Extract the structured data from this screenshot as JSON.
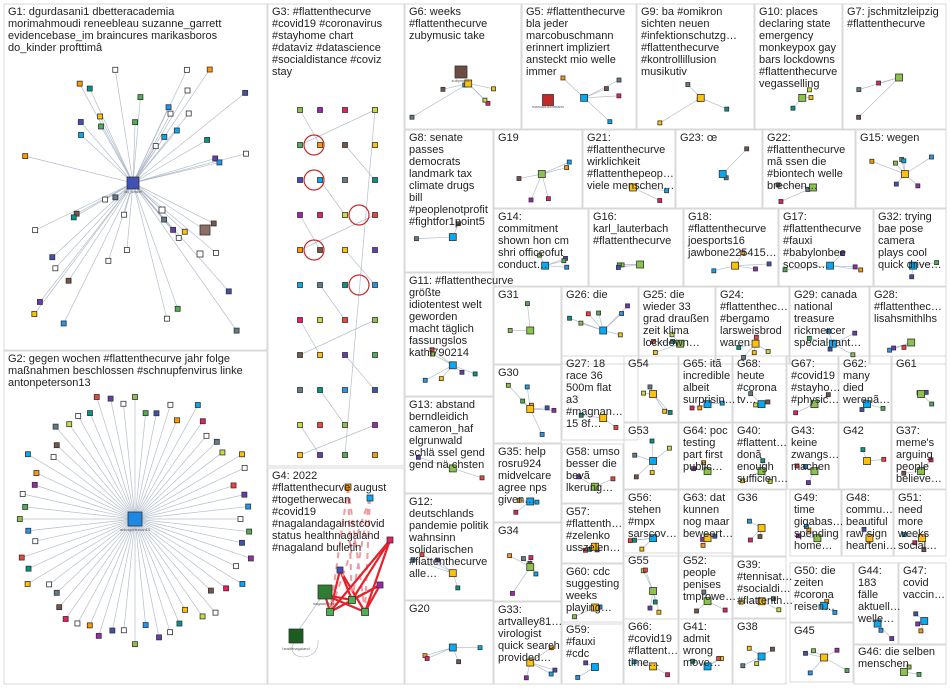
{
  "groups": [
    {
      "id": "G1",
      "text": [
        "G1: dgurdasani1 dbetteracademia",
        "morimahmoudi reneebleau suzanne_garrett",
        "evidencebase_im braincures marikasboros",
        "do_kinder profttimâ"
      ]
    },
    {
      "id": "G2",
      "text": [
        "G2: gegen wochen #flattenthecurve jahr folge",
        "maßnahmen beschlossen #schnupfenvirus linke",
        "antonpeterson13"
      ]
    },
    {
      "id": "G3",
      "text": [
        "G3: #flattenthecurve",
        "#covid19 #coronavirus",
        "#stayhome chart",
        "#dataviz #datascience",
        "#socialdistance #coviz",
        "stay"
      ]
    },
    {
      "id": "G4",
      "text": [
        "G4: 2022",
        "#flattenthecurve august",
        "#togetherwecan",
        "#covid19",
        "#nagalandagainstcovid",
        "status healthnagaland",
        "#nagaland bulletin"
      ]
    },
    {
      "id": "G5",
      "text": [
        "G5: #flattenthecurve",
        "bla jeder",
        "marcobuschmann",
        "erinnert impliziert",
        "ansteckt mio welle",
        "immer"
      ]
    },
    {
      "id": "G6",
      "text": [
        "G6: weeks",
        "#flattenthecurve",
        "zubymusic take"
      ]
    },
    {
      "id": "G7",
      "text": [
        "G7: jschmitzleipzig",
        "#flattenthecurve"
      ]
    },
    {
      "id": "G8",
      "text": [
        "G8: senate",
        "passes",
        "democrats",
        "landmark tax",
        "climate drugs",
        "bill",
        "#peoplenotprofit",
        "#fightfor1point5"
      ]
    },
    {
      "id": "G9",
      "text": [
        "G9: ba #omikron",
        "sichten neuen",
        "#infektionschutzg…",
        "#flattenthecurve",
        "#kontrollillusion",
        "musikutiv"
      ]
    },
    {
      "id": "G10",
      "text": [
        "G10: places",
        "declaring state",
        "emergency",
        "monkeypox gay",
        "bars lockdowns",
        "#flattenthecurve",
        "vegasselling"
      ]
    },
    {
      "id": "G11",
      "text": [
        "G11: #flattenthecurve",
        "größte",
        "idiotentest welt",
        "geworden",
        "macht täglich",
        "fassungslos",
        "kathi790214"
      ]
    },
    {
      "id": "G12",
      "text": [
        "G12:",
        "deutschlands",
        "pandemie politik",
        "wahnsinn",
        "solidarischen",
        "#flattenthecurve",
        "alle…"
      ]
    },
    {
      "id": "G13",
      "text": [
        "G13: abstand",
        "berndleidich",
        "cameron_haf",
        "elgrunwald",
        "schlä ssel gend",
        "gend nä chsten"
      ]
    },
    {
      "id": "G14",
      "text": [
        "G14:",
        "commitment",
        "shown hon cm",
        "shri officeofut",
        "conduct…"
      ]
    },
    {
      "id": "G15",
      "text": [
        "G15: wegen"
      ]
    },
    {
      "id": "G16",
      "text": [
        "G16:",
        "karl_lauterbach",
        "#flattenthecurve"
      ]
    },
    {
      "id": "G17",
      "text": [
        "G17:",
        "#flattenthecurve",
        "#fauxi",
        "#babylonbee",
        "scoops…"
      ]
    },
    {
      "id": "G18",
      "text": [
        "G18:",
        "#flattenthecurve",
        "joesports16",
        "jawbone225415…"
      ]
    },
    {
      "id": "G19",
      "text": [
        "G19"
      ]
    },
    {
      "id": "G20",
      "text": [
        "G20"
      ]
    },
    {
      "id": "G21",
      "text": [
        "G21:",
        "#flattenthecurve",
        "wirklichkeit",
        "#flattenthepeop…",
        "viele menschen…"
      ]
    },
    {
      "id": "G22",
      "text": [
        "G22:",
        "#flattenthecurve",
        "mã ssen die",
        "#biontech welle",
        "brechen…"
      ]
    },
    {
      "id": "G23",
      "text": [
        "G23: œ"
      ]
    },
    {
      "id": "G24",
      "text": [
        "G24:",
        "#flattenthec…",
        "#bergamo",
        "larsweisbrod",
        "waren"
      ]
    },
    {
      "id": "G25",
      "text": [
        "G25: die",
        "wieder 33",
        "grad draußen",
        "zeit klima",
        "lockdown…"
      ]
    },
    {
      "id": "G26",
      "text": [
        "G26: die"
      ]
    },
    {
      "id": "G27",
      "text": [
        "G27: 18",
        "race 36",
        "500m flat",
        "a3",
        "#magnan…",
        "15 8f…"
      ]
    },
    {
      "id": "G28",
      "text": [
        "G28:",
        "#flattenthec…",
        "lisahsmithlhs"
      ]
    },
    {
      "id": "G29",
      "text": [
        "G29: canada",
        "national",
        "treasure",
        "rickmercer",
        "special rant…"
      ]
    },
    {
      "id": "G30",
      "text": [
        "G30"
      ]
    },
    {
      "id": "G31",
      "text": [
        "G31"
      ]
    },
    {
      "id": "G32",
      "text": [
        "G32: trying",
        "bae pose",
        "camera",
        "plays cool",
        "quick drive…"
      ]
    },
    {
      "id": "G33",
      "text": [
        "G33:",
        "artvalley81…",
        "virologist",
        "quick search",
        "provided…"
      ]
    },
    {
      "id": "G34",
      "text": [
        "G34"
      ]
    },
    {
      "id": "G35",
      "text": [
        "G35: help",
        "rosru924",
        "midvelcare",
        "agree nps",
        "given…"
      ]
    },
    {
      "id": "G36",
      "text": [
        "G36"
      ]
    },
    {
      "id": "G37",
      "text": [
        "G37:",
        "meme's",
        "arguing",
        "people",
        "believe…"
      ]
    },
    {
      "id": "G38",
      "text": [
        "G38"
      ]
    },
    {
      "id": "G39",
      "text": [
        "G39:",
        "#tennisat…",
        "#socialdi…",
        "#flattenth…"
      ]
    },
    {
      "id": "G40",
      "text": [
        "G40:",
        "#flattent…",
        "donã",
        "enough",
        "sufficien…"
      ]
    },
    {
      "id": "G41",
      "text": [
        "G41:",
        "admit",
        "wrong",
        "move…"
      ]
    },
    {
      "id": "G42",
      "text": [
        "G42"
      ]
    },
    {
      "id": "G43",
      "text": [
        "G43:",
        "keine",
        "zwangs…",
        "machen"
      ]
    },
    {
      "id": "G44",
      "text": [
        "G44:",
        "183",
        "fälle",
        "aktuell…",
        "welle…"
      ]
    },
    {
      "id": "G45",
      "text": [
        "G45"
      ]
    },
    {
      "id": "G46",
      "text": [
        "G46: die selben",
        "menschen"
      ]
    },
    {
      "id": "G47",
      "text": [
        "G47:",
        "covid",
        "vaccin…"
      ]
    },
    {
      "id": "G48",
      "text": [
        "G48:",
        "commu…",
        "beautiful",
        "raw sign",
        "hearteni…"
      ]
    },
    {
      "id": "G49",
      "text": [
        "G49:",
        "time",
        "gigabas…",
        "spending",
        "home…"
      ]
    },
    {
      "id": "G50",
      "text": [
        "G50: die",
        "zeiten",
        "#corona",
        "reisen…"
      ]
    },
    {
      "id": "G51",
      "text": [
        "G51:",
        "need",
        "more",
        "weeks",
        "social…"
      ]
    },
    {
      "id": "G52",
      "text": [
        "G52:",
        "people",
        "penises",
        "tmprowe…"
      ]
    },
    {
      "id": "G53",
      "text": [
        "G53"
      ]
    },
    {
      "id": "G54",
      "text": [
        "G54"
      ]
    },
    {
      "id": "G55",
      "text": [
        "G55"
      ]
    },
    {
      "id": "G56",
      "text": [
        "G56:",
        "stehen",
        "#mpx",
        "sarscov…"
      ]
    },
    {
      "id": "G57",
      "text": [
        "G57:",
        "#flattenth…",
        "#zelenko",
        "usszelen…"
      ]
    },
    {
      "id": "G58",
      "text": [
        "G58: umso",
        "besser die",
        "bevã",
        "lkerung…"
      ]
    },
    {
      "id": "G59",
      "text": [
        "G59:",
        "#fauxi",
        "#cdc"
      ]
    },
    {
      "id": "G60",
      "text": [
        "G60: cdc",
        "suggesting",
        "weeks",
        "playing…"
      ]
    },
    {
      "id": "G61",
      "text": [
        "G61"
      ]
    },
    {
      "id": "G62",
      "text": [
        "G62:",
        "many",
        "died",
        "werenã…"
      ]
    },
    {
      "id": "G63",
      "text": [
        "G63: dat",
        "kunnen",
        "nog maar",
        "beweert…"
      ]
    },
    {
      "id": "G64",
      "text": [
        "G64: poc",
        "testing",
        "part first",
        "public…"
      ]
    },
    {
      "id": "G65",
      "text": [
        "G65: itã",
        "incredible",
        "albeit",
        "surprisin…"
      ]
    },
    {
      "id": "G66",
      "text": [
        "G66:",
        "#covid19",
        "#flattent…",
        "time…"
      ]
    },
    {
      "id": "G67",
      "text": [
        "G67:",
        "#covid19",
        "#stayho…",
        "#physic…"
      ]
    },
    {
      "id": "G68",
      "text": [
        "G68:",
        "heute",
        "#corona",
        "tv…"
      ]
    }
  ],
  "node_labels": {
    "g1_hub": "do_kinder",
    "g2_hub": "antonpeterson13",
    "g4_hub1": "nagalandcare",
    "g4_hub2": "healthnagaland",
    "g5_hub": "marcobuschmann",
    "g6_hub": "zubymusic"
  },
  "colors": {
    "box_border": "#d9d9d9",
    "edge": "#a8b3c4",
    "edge_red": "#e8202a",
    "edge_pink": "#f19aa0",
    "text": "#222222"
  }
}
